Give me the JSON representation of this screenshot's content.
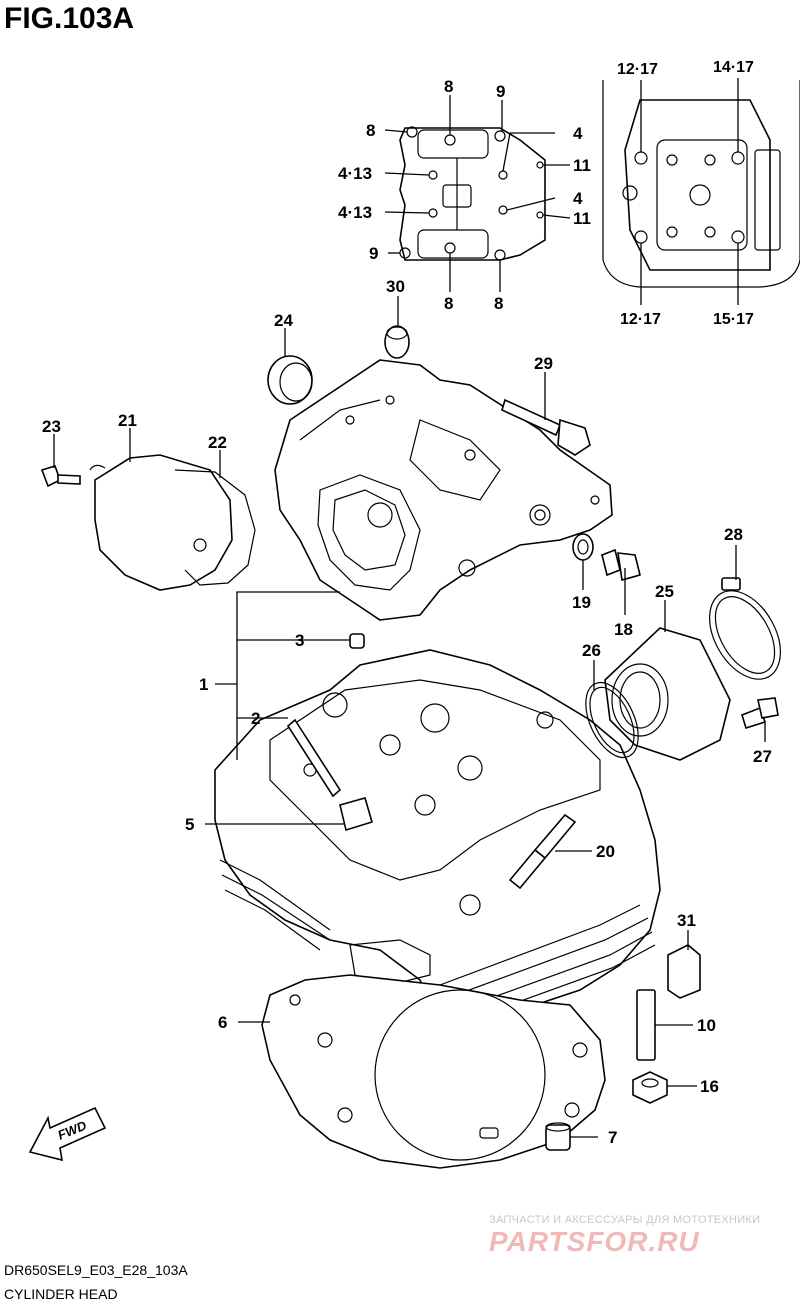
{
  "figure": {
    "title": "FIG.103A",
    "code": "DR650SEL9_E03_E28_103A",
    "name": "CYLINDER HEAD"
  },
  "callouts": {
    "c1": "1",
    "c2": "2",
    "c3": "3",
    "c5": "5",
    "c6": "6",
    "c7": "7",
    "c10": "10",
    "c16": "16",
    "c18": "18",
    "c19": "19",
    "c20": "20",
    "c21": "21",
    "c22": "22",
    "c23": "23",
    "c24": "24",
    "c25": "25",
    "c26": "26",
    "c27": "27",
    "c28": "28",
    "c29": "29",
    "c30": "30",
    "c31": "31",
    "inset_a": {
      "top8": "8",
      "top9": "9",
      "left8": "8",
      "r4a": "4",
      "l413a": "4·13",
      "r11a": "11",
      "r4b": "4",
      "l413b": "4·13",
      "r11b": "11",
      "l9": "9",
      "b8a": "8",
      "b8b": "8"
    },
    "inset_b": {
      "tl": "12·17",
      "tr": "14·17",
      "bl": "12·17",
      "br": "15·17"
    }
  },
  "fwd_label": "FWD",
  "watermark": {
    "tagline": "ЗАПЧАСТИ И АКСЕССУАРЫ ДЛЯ МОТОТЕХНИКИ",
    "logo": "PARTSFOR.RU"
  }
}
